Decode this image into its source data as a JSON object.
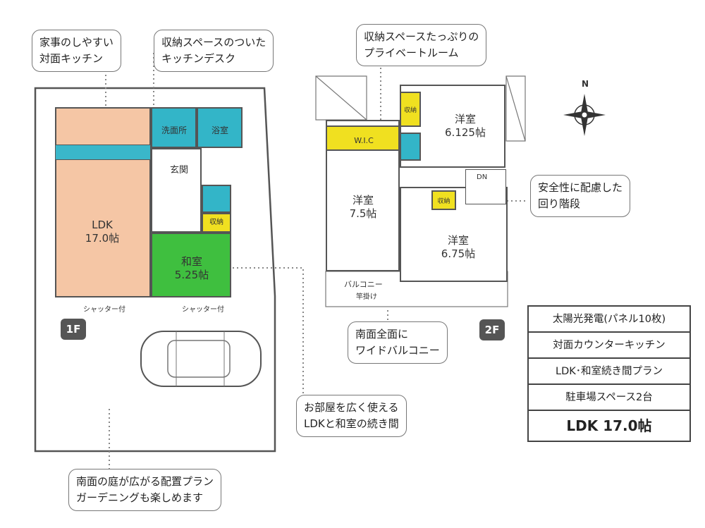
{
  "callouts": {
    "kitchen": "家事のしやすい\n対面キッチン",
    "desk": "収納スペースのついた\nキッチンデスク",
    "private_room": "収納スペースたっぷりの\nプライベートルーム",
    "stairs": "安全性に配慮した\n回り階段",
    "balcony": "南面全面に\nワイドバルコニー",
    "ldk_washitsu": "お部屋を広く使える\nLDKと和室の続き間",
    "garden": "南面の庭が広がる配置プラン\nガーデニングも楽しめます"
  },
  "floor1": {
    "badge": "1F",
    "ldk": "LDK\n17.0帖",
    "washitsu": "和室\n5.25帖",
    "senmen": "洗面所",
    "yokushitsu": "浴室",
    "genkan": "玄関",
    "storage": "収納",
    "shutter_left": "シャッター付",
    "shutter_right": "シャッター付"
  },
  "floor2": {
    "badge": "2F",
    "wic": "W.I.C",
    "room_a": "洋室\n7.5帖",
    "room_b": "洋室\n6.125帖",
    "room_c": "洋室\n6.75帖",
    "storage_1": "収納",
    "storage_2": "収納",
    "dn": "DN",
    "balcony": "バルコニー",
    "hoshi": "竿掛け"
  },
  "compass": {
    "north": "N"
  },
  "legend": [
    "太陽光発電(パネル10枚)",
    "対面カウンターキッチン",
    "LDK･和室続き間プラン",
    "駐車場スペース2台",
    "LDK 17.0帖"
  ],
  "colors": {
    "ldk": "#f5c6a5",
    "washitsu": "#3fbf3f",
    "water": "#33b5c8",
    "storage": "#f0e020"
  }
}
